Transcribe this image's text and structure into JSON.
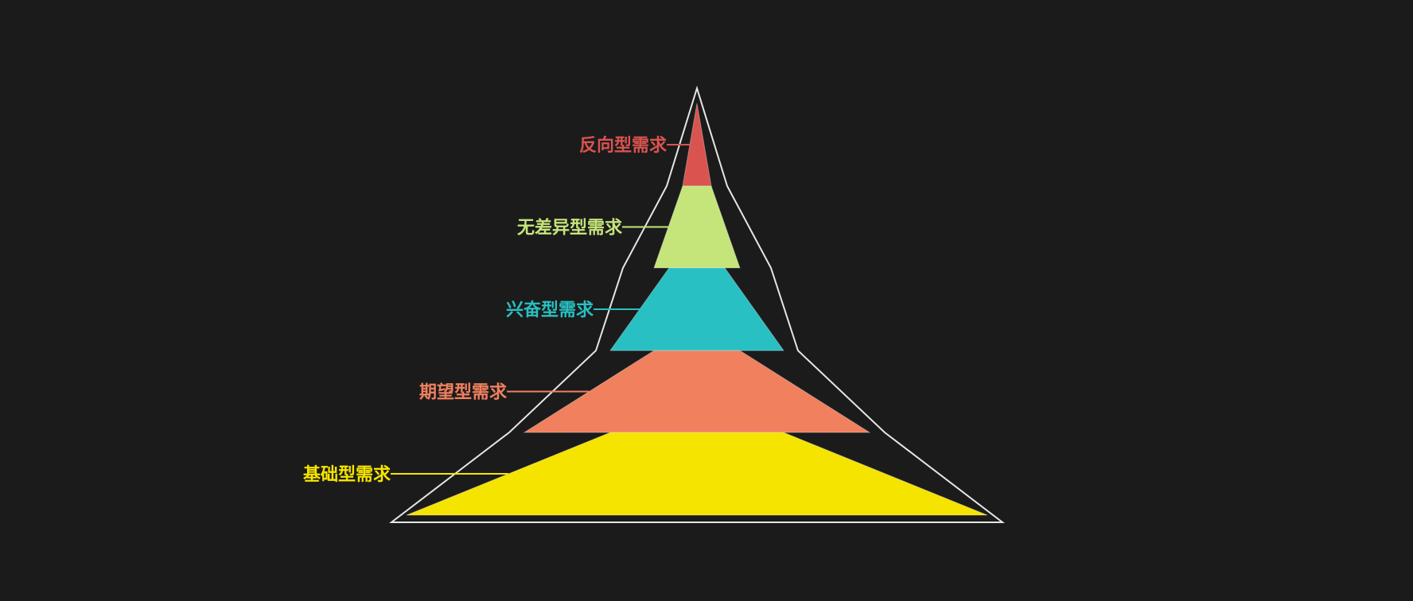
{
  "diagram": {
    "type": "pyramid",
    "outline_color": "#e6e6e6",
    "background": "#1b1b1b",
    "levels": [
      {
        "label": "反向型需求",
        "color": "#d9534f"
      },
      {
        "label": "无差异型需求",
        "color": "#c5e57a"
      },
      {
        "label": "兴奋型需求",
        "color": "#28c0c2"
      },
      {
        "label": "期望型需求",
        "color": "#f0805e"
      },
      {
        "label": "基础型需求",
        "color": "#f5e400"
      }
    ]
  }
}
